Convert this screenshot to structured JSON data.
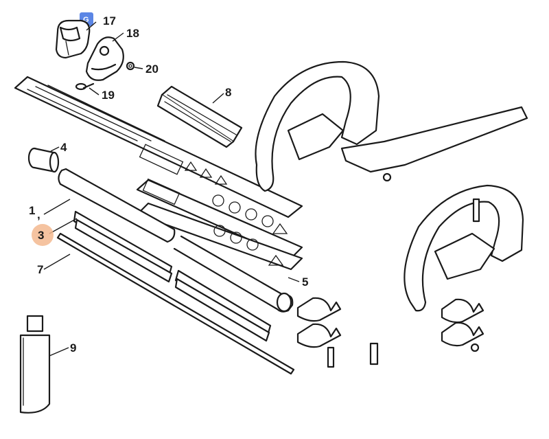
{
  "diagram": {
    "callouts": {
      "c1": "1",
      "c1_suffix": ",",
      "c3": "3",
      "c5": "5",
      "c7": "7",
      "c8": "8",
      "c9": "9",
      "c17": "17",
      "c18": "18",
      "c19": "19",
      "c20": "20"
    },
    "highlight_callout": "3",
    "highlight_color": "#f3b98f",
    "badge": {
      "glyph": "G",
      "color": "#5b86e5",
      "icon": "translate-icon"
    },
    "line_color": "#1a1a1a",
    "background": "#ffffff"
  }
}
